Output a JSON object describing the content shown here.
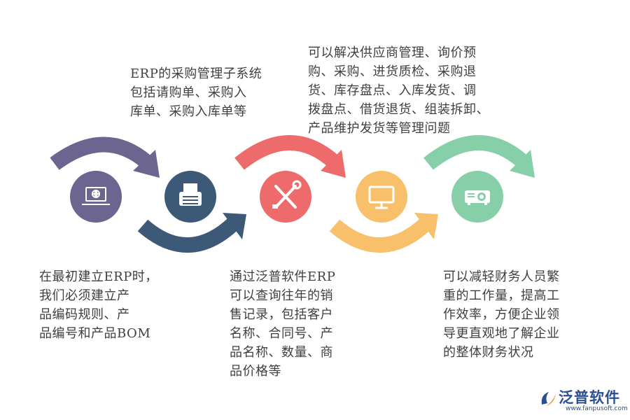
{
  "texts": {
    "top1": "ERP的采购管理子系统\n包括请购单、采购入\n库单、采购入库单等",
    "top2": "可以解决供应商管理、询价预\n购、采购、进货质检、采购退\n货、库存盘点、入库发货、调\n拨盘点、借货退货、组装拆卸、\n产品维护发货等管理问题",
    "bottom1": "在最初建立ERP时，\n我们必须建立产\n品编码规则、产\n品编号和产品BOM",
    "bottom2": "通过泛普软件ERP\n可以查询往年的销\n售记录，包括客户\n名称、合同号、产\n品名称、数量、商\n品价格等",
    "bottom3": "可以减轻财务人员繁\n重的工作量，提高工\n作效率，方便企业领\n导更直观地了解企业\n的整体财务状况"
  },
  "steps": [
    {
      "icon": "laptop-icon",
      "color": "#6b6590"
    },
    {
      "icon": "printer-icon",
      "color": "#3c5a78"
    },
    {
      "icon": "tools-icon",
      "color": "#ee6b6b"
    },
    {
      "icon": "monitor-icon",
      "color": "#f8c06a"
    },
    {
      "icon": "projector-icon",
      "color": "#86cfa9"
    }
  ],
  "logo": {
    "name": "泛普软件",
    "url": "www.fanpusoft.com"
  }
}
